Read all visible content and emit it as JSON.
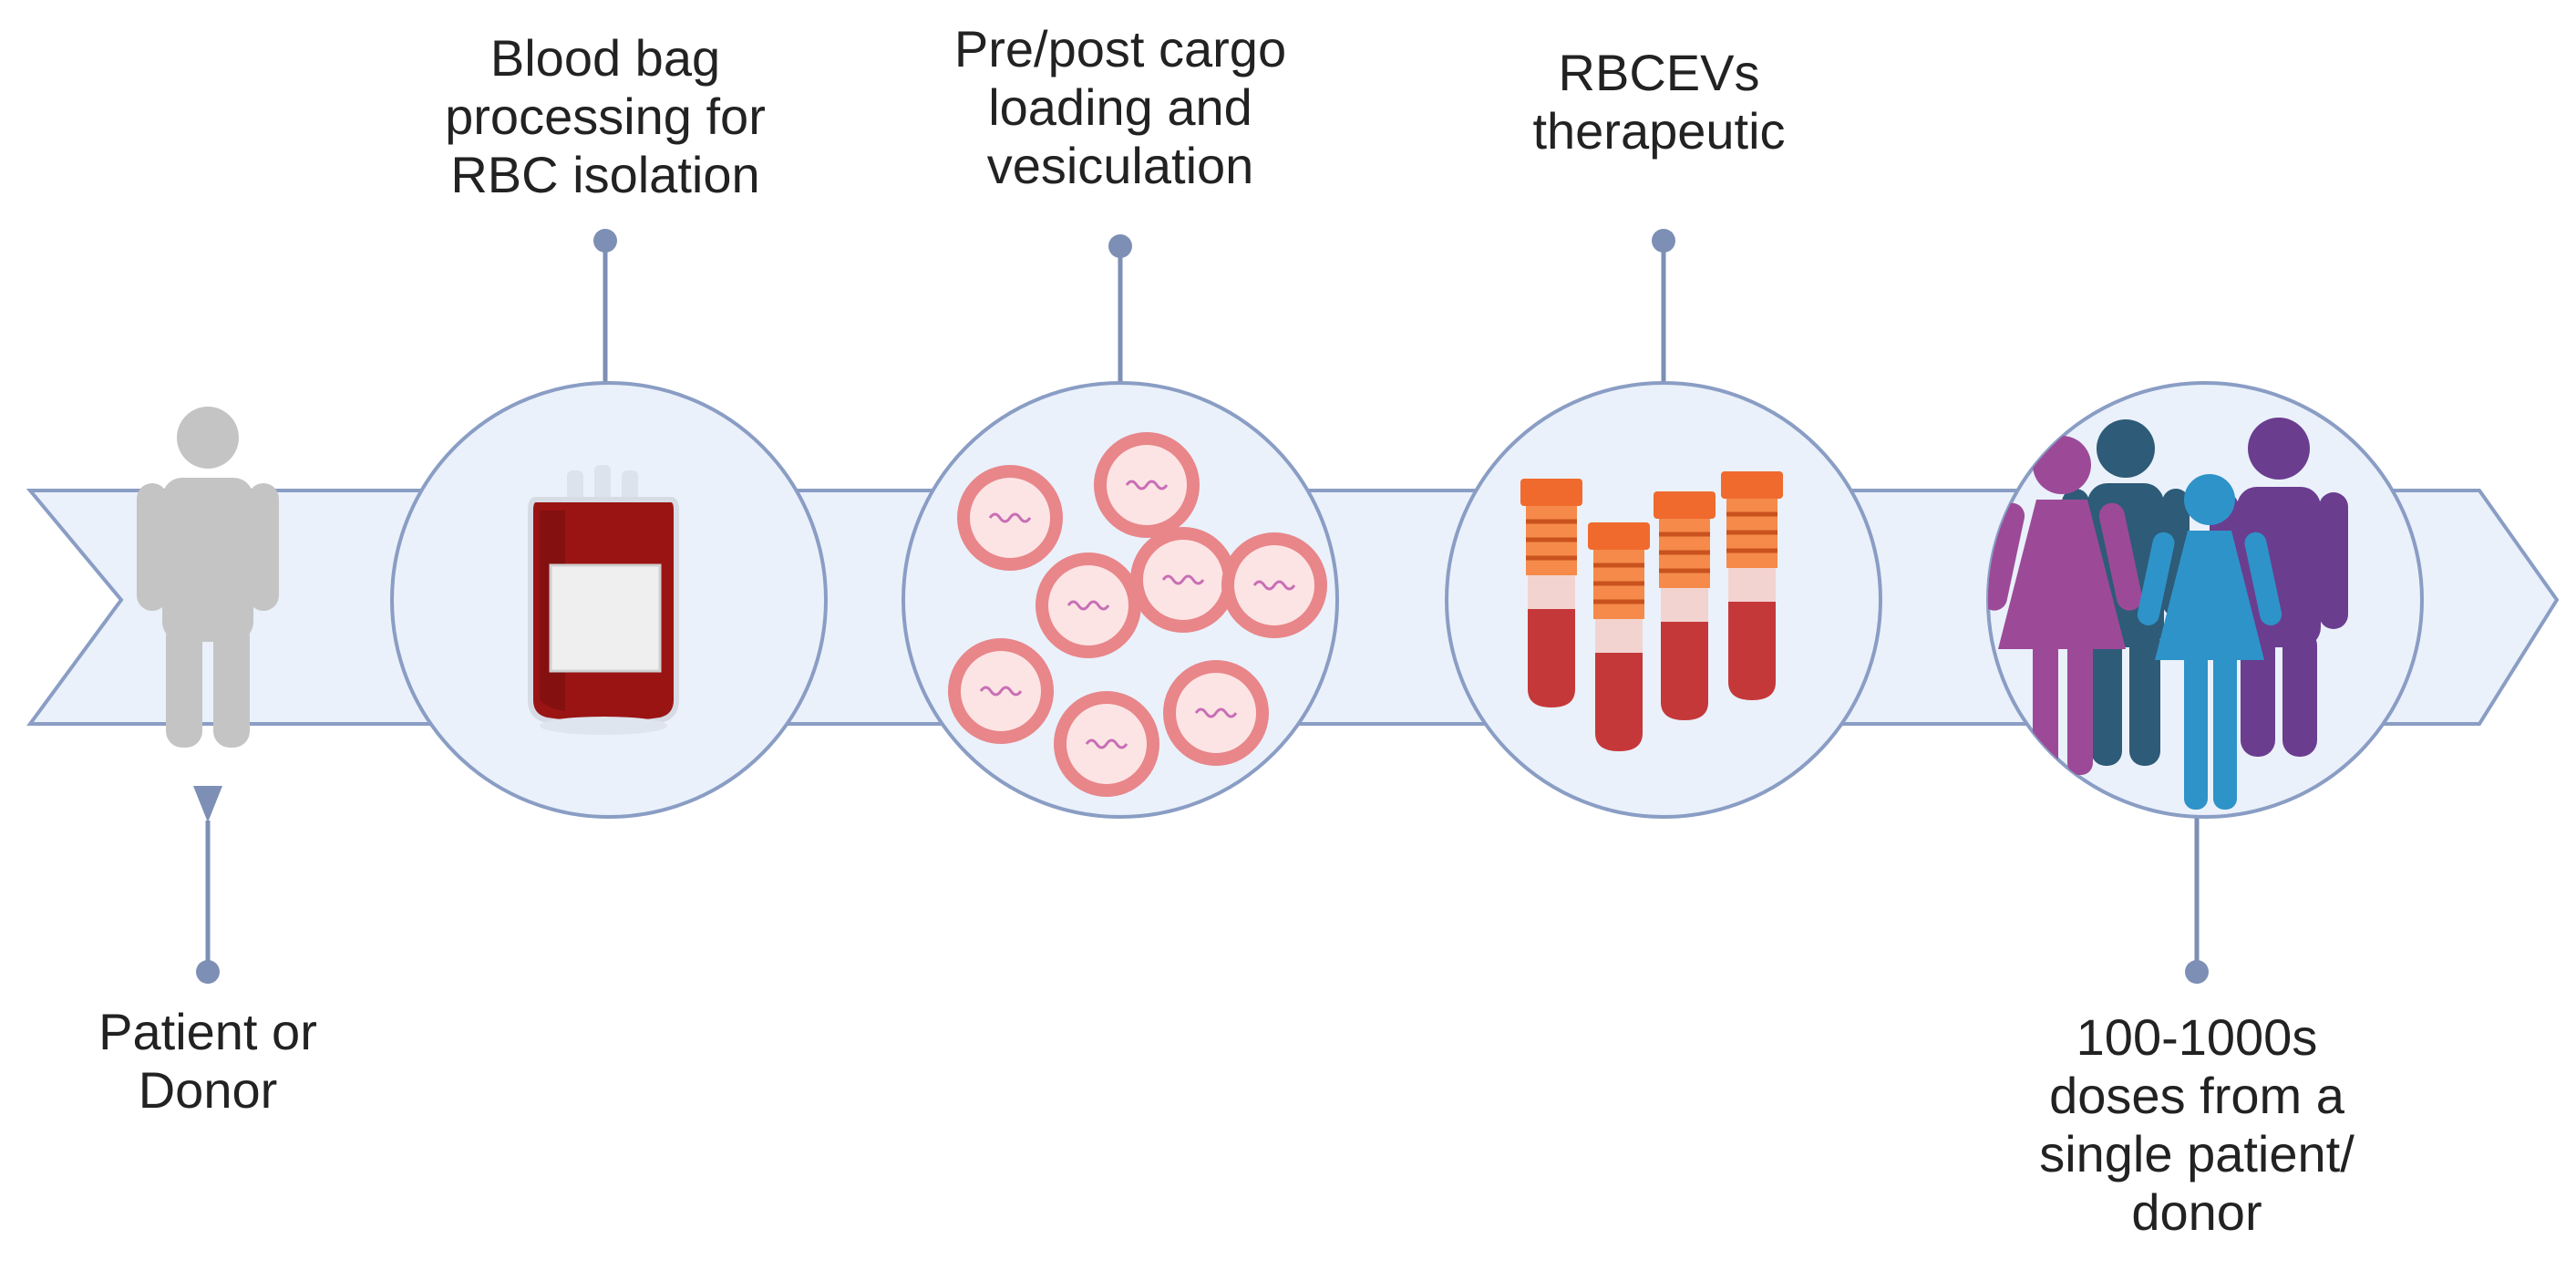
{
  "steps": [
    {
      "id": "patient",
      "lines": [
        "Patient or",
        "Donor"
      ]
    },
    {
      "id": "blood-bag",
      "lines": [
        "Blood bag",
        "processing for",
        "RBC isolation"
      ]
    },
    {
      "id": "cargo",
      "lines": [
        "Pre/post cargo",
        "loading and",
        "vesiculation"
      ]
    },
    {
      "id": "rbcevs",
      "lines": [
        "RBCEVs",
        "therapeutic"
      ]
    },
    {
      "id": "doses",
      "lines": [
        "100-1000s",
        "doses from a",
        "single patient/",
        "donor"
      ]
    }
  ],
  "colors": {
    "arrow_fill": "#eaf1fb",
    "arrow_stroke": "#8a9dc4",
    "connector": "#7d8fb5",
    "person_grey": "#c4c4c4",
    "blood_dark": "#8e1111",
    "rbc_pink": "#e8868a",
    "tube_orange": "#f06a2e",
    "tube_red": "#c5383a",
    "people_magenta": "#9c4a97",
    "people_navy": "#2e5b77",
    "people_blue": "#2e93c8",
    "people_purple": "#6b3d8f"
  },
  "icons": [
    "person-icon",
    "blood-bag-icon",
    "red-blood-cells-icon",
    "test-tubes-icon",
    "people-group-icon"
  ]
}
